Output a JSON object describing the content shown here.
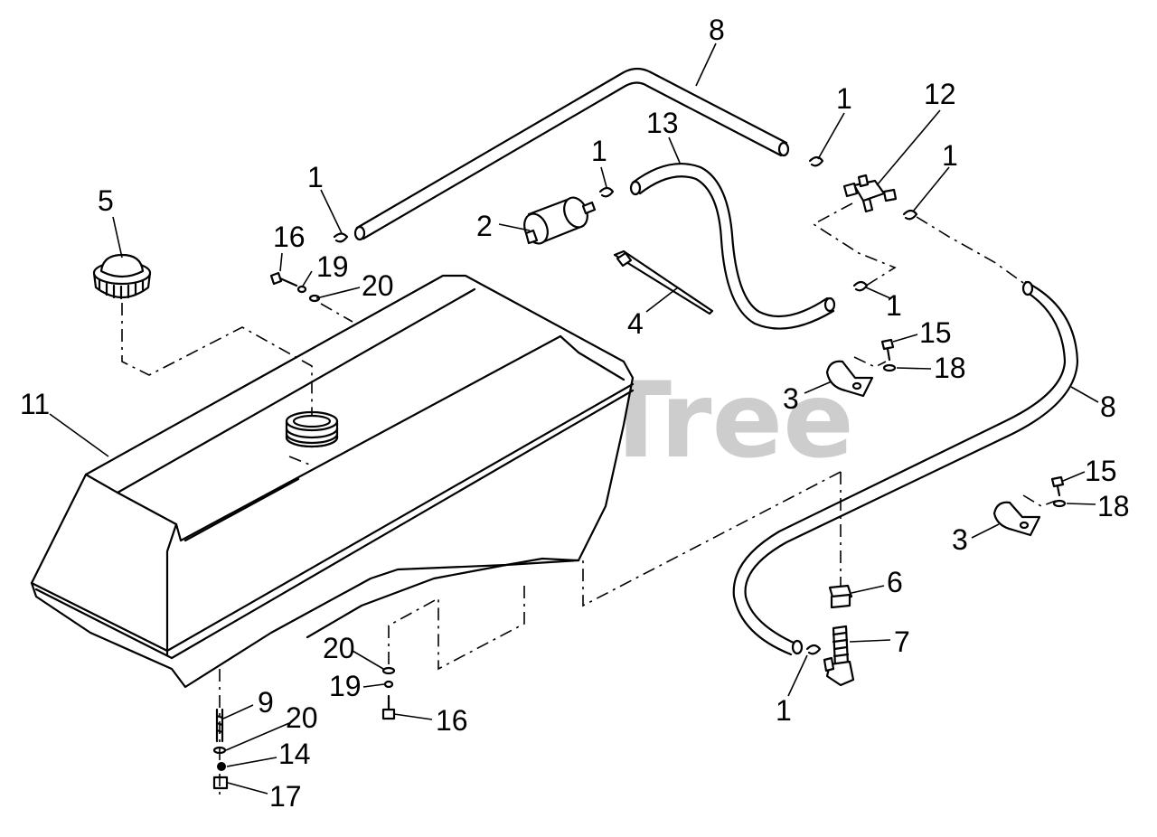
{
  "watermark": "PartsTree",
  "colors": {
    "line": "#000000",
    "background": "#ffffff",
    "watermark": "#c8c8c8"
  },
  "callouts": [
    "1",
    "1",
    "1",
    "1",
    "1",
    "1",
    "2",
    "3",
    "3",
    "4",
    "5",
    "6",
    "7",
    "8",
    "8",
    "9",
    "11",
    "12",
    "13",
    "14",
    "15",
    "15",
    "16",
    "16",
    "17",
    "18",
    "18",
    "19",
    "19",
    "20",
    "20",
    "20"
  ],
  "labels": {
    "p1_a": "1",
    "p1_b": "1",
    "p1_c": "1",
    "p1_d": "1",
    "p1_e": "1",
    "p1_f": "1",
    "p2": "2",
    "p3_a": "3",
    "p3_b": "3",
    "p4": "4",
    "p5": "5",
    "p6": "6",
    "p7": "7",
    "p8_a": "8",
    "p8_b": "8",
    "p9": "9",
    "p11": "11",
    "p12": "12",
    "p13": "13",
    "p14": "14",
    "p15_a": "15",
    "p15_b": "15",
    "p16_a": "16",
    "p16_b": "16",
    "p17": "17",
    "p18_a": "18",
    "p18_b": "18",
    "p19_a": "19",
    "p19_b": "19",
    "p20_a": "20",
    "p20_b": "20",
    "p20_c": "20"
  }
}
